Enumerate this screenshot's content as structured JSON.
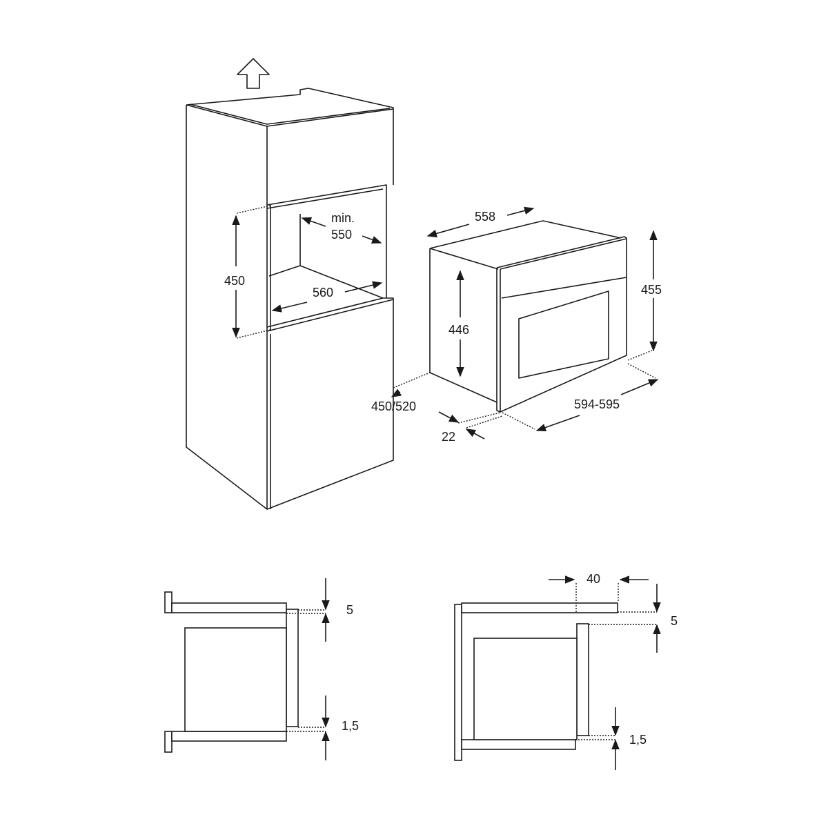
{
  "diagram": {
    "title": "Built-in oven installation dimensions",
    "cabinet_labels": {
      "niche_height": "450",
      "min": "min.",
      "depth_min": "550",
      "width": "560",
      "ventilation_icon": "arrow-up-outline"
    },
    "oven_labels": {
      "depth": "558",
      "body_height": "446",
      "total_height": "455",
      "width": "594-595",
      "install_depth": "450/520",
      "front_offset": "22"
    },
    "detail_left": {
      "top_gap": "5",
      "bottom_gap": "1,5"
    },
    "detail_right": {
      "offset": "40",
      "top_gap": "5",
      "bottom_gap": "1,5"
    }
  }
}
